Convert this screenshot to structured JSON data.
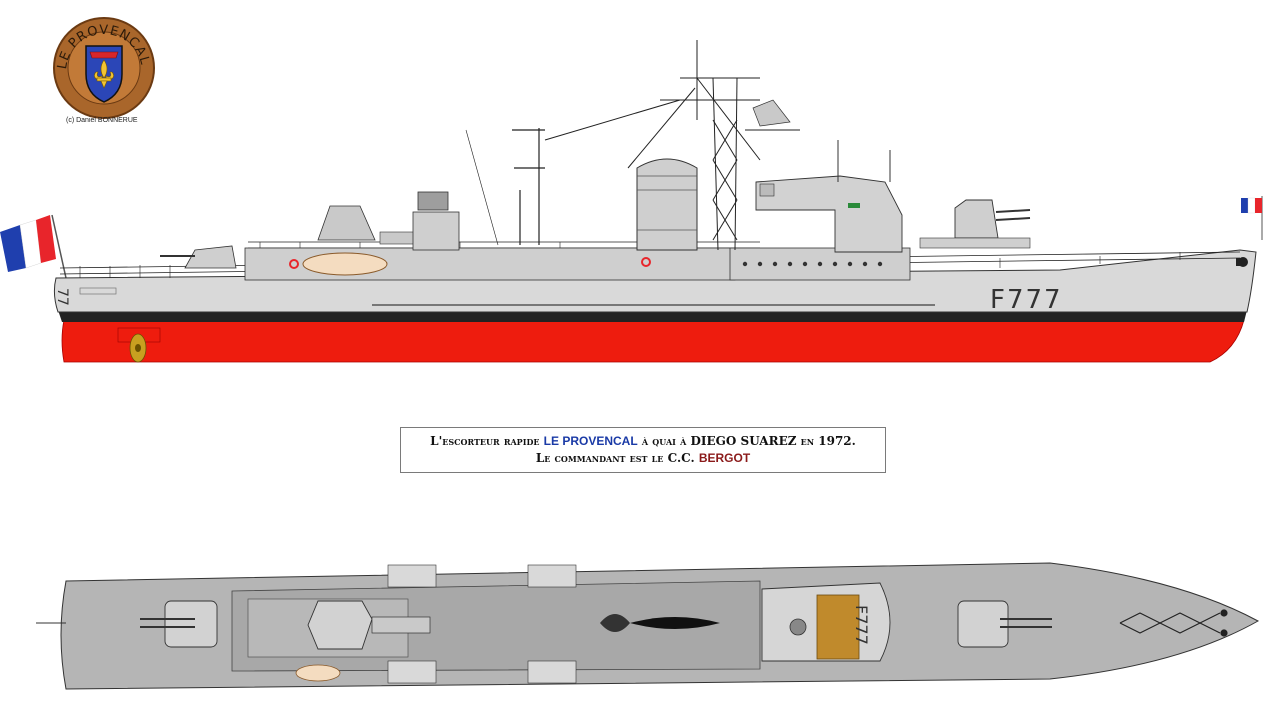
{
  "emblem": {
    "ring_text": "LE PROVENCAL",
    "credit": "(c) Daniel BONNERUE"
  },
  "caption": {
    "line1_prefix": "L'escorteur rapide",
    "ship_name": "LE PROVENCAL",
    "line1_middle": "à quai à",
    "place": "DIEGO SUAREZ",
    "line1_suffix": "en 1972.",
    "line2_prefix": "Le commandant est le",
    "rank": "C.C.",
    "commander": "BERGOT"
  },
  "hull": {
    "pennant": "F777",
    "stern_number": "77"
  },
  "colors": {
    "hull_grey": "#d9d9d9",
    "boot_red": "#ee1c0e",
    "deck_grey": "#a8a8a8",
    "flag_blue": "#1f3fae",
    "flag_red": "#e8252b",
    "emblem_brown": "#a9662b"
  }
}
